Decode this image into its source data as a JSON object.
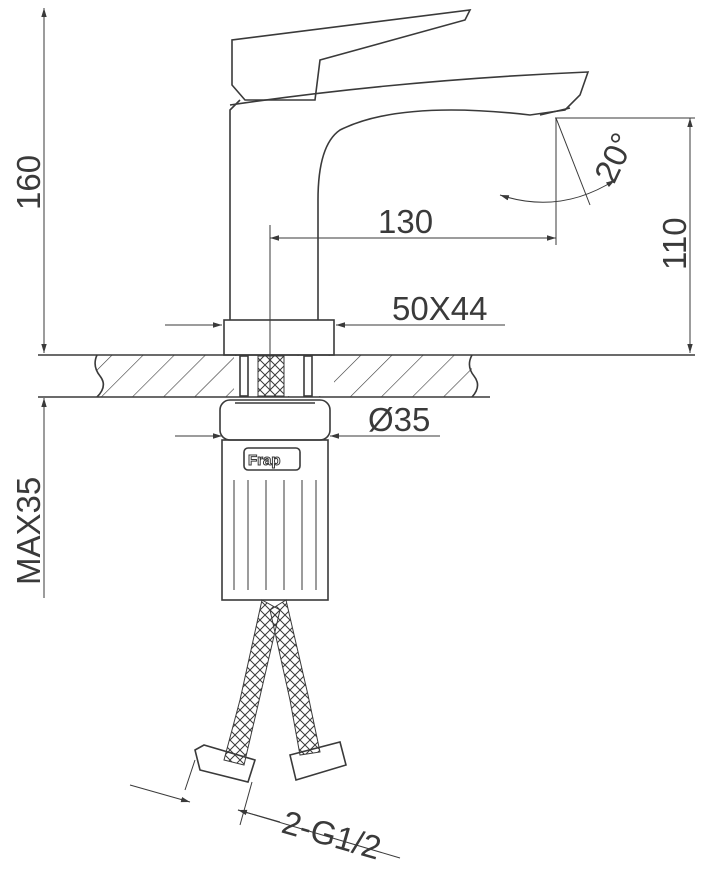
{
  "drawing": {
    "brand_logo": "Frap",
    "dimensions": {
      "height_total": "160",
      "spout_reach": "130",
      "spout_height": "110",
      "spray_angle": "20°",
      "base_size": "50X44",
      "hole_diameter": "Ø35",
      "max_counter_thickness": "MAX35",
      "hose_thread": "2-G1/2"
    }
  }
}
